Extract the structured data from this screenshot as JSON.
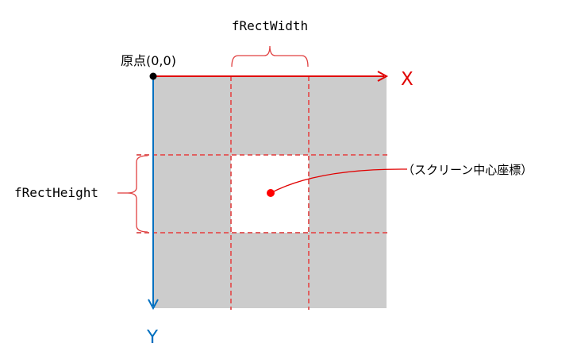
{
  "labels": {
    "width": "fRectWidth",
    "height": "fRectHeight",
    "origin": "原点(0,0)",
    "x_axis": "X",
    "y_axis": "Y",
    "screen_center": "（スクリーン中心座標）"
  },
  "colors": {
    "grid_fill": "#cccccc",
    "center_cell": "#ffffff",
    "x_axis": "#e00000",
    "y_axis": "#0070c0",
    "dash_lines": "#e06060",
    "brace": "#e04040",
    "center_point": "#ff0000",
    "origin_point": "#000000"
  }
}
